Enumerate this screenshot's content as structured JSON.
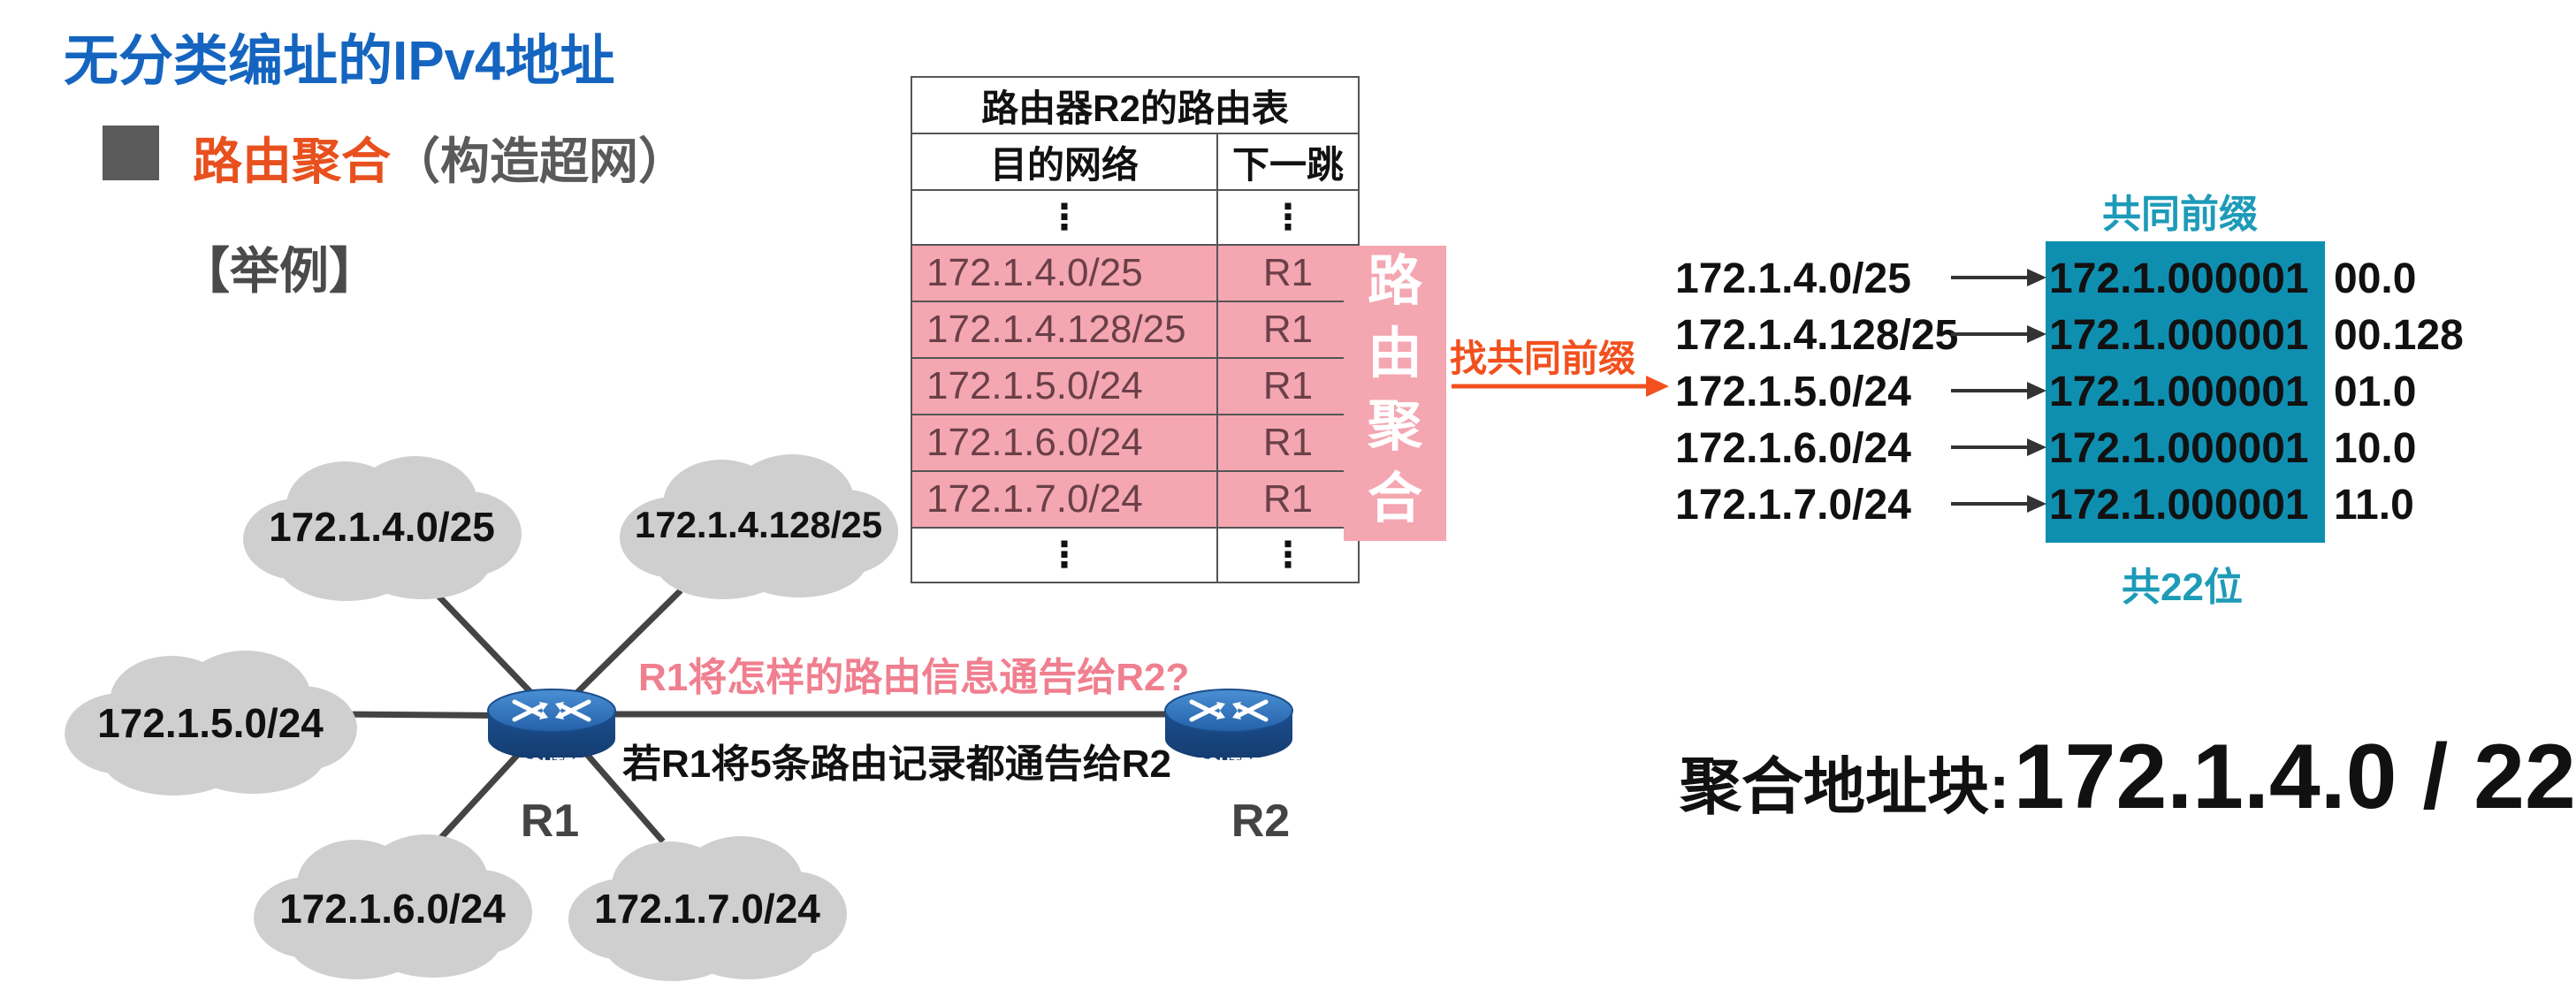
{
  "slide_title": "无分类编址的IPv4地址",
  "section": {
    "red": "路由聚合",
    "grey": "（构造超网）"
  },
  "example": "【举例】",
  "routing_table": {
    "caption": "路由器R2的路由表",
    "headers": [
      "目的网络",
      "下一跳"
    ],
    "dots": "⋮",
    "rows": [
      {
        "dest": "172.1.4.0/25",
        "next": "R1"
      },
      {
        "dest": "172.1.4.128/25",
        "next": "R1"
      },
      {
        "dest": "172.1.5.0/24",
        "next": "R1"
      },
      {
        "dest": "172.1.6.0/24",
        "next": "R1"
      },
      {
        "dest": "172.1.7.0/24",
        "next": "R1"
      }
    ]
  },
  "aggregation_box": [
    "路",
    "由",
    "聚",
    "合"
  ],
  "find_prefix_label": "找共同前缀",
  "prefix_panel": {
    "common_prefix_label": "共同前缀",
    "bits_label": "共22位",
    "rows": [
      {
        "net": "172.1.4.0/25",
        "prefix": "172.1.000001",
        "suffix": "00.0"
      },
      {
        "net": "172.1.4.128/25",
        "prefix": "172.1.000001",
        "suffix": "00.128"
      },
      {
        "net": "172.1.5.0/24",
        "prefix": "172.1.000001",
        "suffix": "01.0"
      },
      {
        "net": "172.1.6.0/24",
        "prefix": "172.1.000001",
        "suffix": "10.0"
      },
      {
        "net": "172.1.7.0/24",
        "prefix": "172.1.000001",
        "suffix": "11.0"
      }
    ]
  },
  "aggregate": {
    "label": "聚合地址块:",
    "value": "172.1.4.0 / 22"
  },
  "network": {
    "clouds": [
      "172.1.4.0/25",
      "172.1.4.128/25",
      "172.1.5.0/24",
      "172.1.6.0/24",
      "172.1.7.0/24"
    ],
    "router_text": "ROUTER",
    "r1": "R1",
    "r2": "R2",
    "question": "R1将怎样的路由信息通告给R2?",
    "statement": "若R1将5条路由记录都通告给R2"
  },
  "colors": {
    "title_blue": "#1565c0",
    "accent_red": "#e8501e",
    "highlight_pink": "#f4a6b1",
    "prefix_teal": "#0f8fb0",
    "label_teal": "#1d9bb8",
    "cloud_grey": "#cfcfcf",
    "router_blue": "#2e6fb3"
  },
  "icons": [
    "router-icon",
    "cloud-shape",
    "arrow-right"
  ]
}
